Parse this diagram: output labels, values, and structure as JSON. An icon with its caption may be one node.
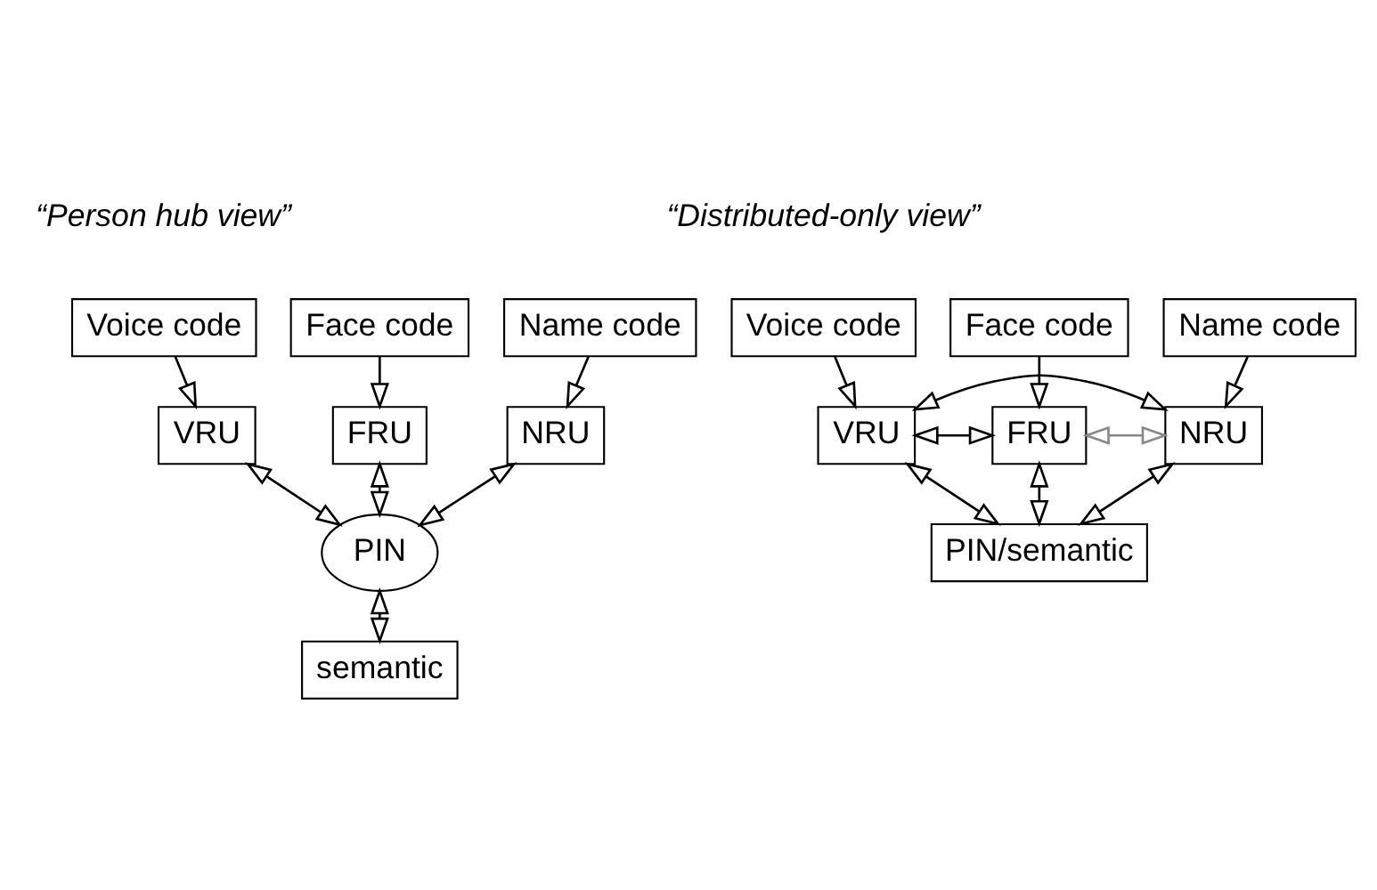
{
  "diagram": {
    "nodes": [
      {
        "text": [
          "Face code"
        ]
      },
      {
        "text": [
          "Voice code"
        ]
      },
      {
        "text": [
          "Name code"
        ]
      },
      {
        "text": [
          "FRU"
        ]
      },
      {
        "text": [
          "VRU"
        ]
      },
      {
        "text": [
          "NRU"
        ]
      },
      {
        "text": [
          "PIN"
        ]
      },
      {
        "text": [
          "semantic"
        ]
      },
      {
        "text": [
          "Face code"
        ]
      },
      {
        "text": [
          "Voice code"
        ]
      },
      {
        "text": [
          "Name code"
        ]
      },
      {
        "text": [
          "FRU"
        ]
      },
      {
        "text": [
          "VRU"
        ]
      },
      {
        "text": [
          "NRU"
        ]
      },
      {
        "text": [
          "PIN/semantic"
        ]
      }
    ],
    "edges": [
      {
        "from": 0,
        "to": 3,
        "arrow": "to"
      },
      {
        "from": 1,
        "to": 4,
        "arrow": "to"
      },
      {
        "from": 2,
        "to": 5,
        "arrow": "to"
      },
      {
        "from": 3,
        "to": 6,
        "arrow": "both"
      },
      {
        "from": 4,
        "to": 6,
        "arrow": "both"
      },
      {
        "from": 5,
        "to": 6,
        "arrow": "both"
      },
      {
        "from": 6,
        "to": 7,
        "arrow": "both"
      },
      {
        "from": 8,
        "to": 11,
        "arrow": "to"
      },
      {
        "from": 9,
        "to": 12,
        "arrow": "to"
      },
      {
        "from": 10,
        "to": 13,
        "arrow": "to"
      },
      {
        "from": 11,
        "to": 12,
        "arrow": "both"
      },
      {
        "from": 12,
        "to": 13,
        "arrow": "both"
      },
      {
        "from": 11,
        "to": 14,
        "arrow": "both"
      },
      {
        "from": 12,
        "to": 14,
        "arrow": "both"
      },
      {
        "from": 13,
        "to": 14,
        "arrow": "both"
      },
      {
        "from": 11,
        "to": 13,
        "arrow": "both",
        "color": "#888888"
      }
    ],
    "labels": [
      "“Person hub view”",
      "“Distributed-only view”"
    ]
  }
}
